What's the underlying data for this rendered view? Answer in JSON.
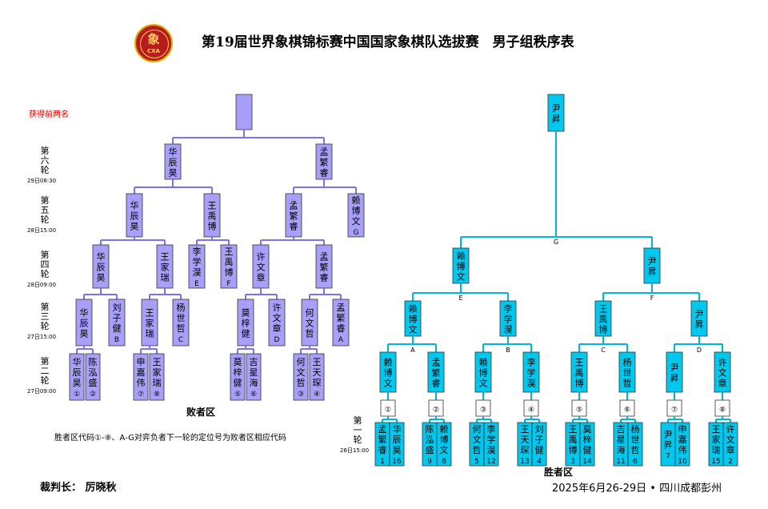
{
  "title": "第19届世界象棋锦标赛中国国家象棋队选拔赛　男子组秩序表",
  "logo": {
    "char": "象",
    "abbr": "CXA"
  },
  "note_top": "获得前两名",
  "rounds": [
    {
      "label": "第六轮",
      "date": "29日08:30"
    },
    {
      "label": "第五轮",
      "date": "28日15:00"
    },
    {
      "label": "第四轮",
      "date": "28日09:00"
    },
    {
      "label": "第三轮",
      "date": "27日15:00"
    },
    {
      "label": "第二轮",
      "date": "27日09:00"
    },
    {
      "label": "第一轮",
      "date": "26日15:00"
    }
  ],
  "loser_zone_label": "败者区",
  "winner_zone_label": "胜者区",
  "legend": "胜者区代码①-⑧、A-G对弈负者下一轮的定位号为败者区相应代码",
  "referee": "裁判长：  厉晓秋",
  "footer_date": "2025年6月26-29日 • 四川成都彭州",
  "colors": {
    "loser": "#a8a0f8",
    "winner": "#00c8ee",
    "line_loser": "#7a72f0",
    "line_winner": "#00b4e0"
  },
  "winner_bracket": {
    "champion": "尹昇",
    "r6": [
      {
        "name": "赖博文",
        "code": "G"
      },
      {
        "name": "尹昇",
        "code": ""
      }
    ],
    "r5": [
      {
        "name": "赖博文",
        "code": "E"
      },
      {
        "name": "李学淏",
        "code": ""
      },
      {
        "name": "王禹博",
        "code": "F"
      },
      {
        "name": "尹昇",
        "code": ""
      }
    ],
    "r4": [
      {
        "name": "赖博文",
        "code": "A"
      },
      {
        "name": "孟繁睿",
        "code": ""
      },
      {
        "name": "赖博文",
        "code": "B"
      },
      {
        "name": "李学淏",
        "code": ""
      },
      {
        "name": "王禹博",
        "code": "C"
      },
      {
        "name": "杨世哲",
        "code": ""
      },
      {
        "name": "尹昇",
        "code": "D"
      },
      {
        "name": "许文章",
        "code": ""
      }
    ],
    "r3": [
      {
        "name": "孟繁睿",
        "code": "①"
      },
      {
        "name": "赖博文",
        "code": "②"
      },
      {
        "name": "李学淏",
        "code": "③"
      },
      {
        "name": "刘子健",
        "code": "④"
      },
      {
        "name": "王禹博",
        "code": "⑤"
      },
      {
        "name": "杨世哲",
        "code": "⑥"
      },
      {
        "name": "尹昇",
        "code": "⑦"
      },
      {
        "name": "许文章",
        "code": "⑧"
      }
    ],
    "r1": [
      {
        "name": "孟繁睿",
        "seed": "1"
      },
      {
        "name": "华辰昊",
        "seed": "16"
      },
      {
        "name": "陈泓盛",
        "seed": "9"
      },
      {
        "name": "赖博文",
        "seed": "8"
      },
      {
        "name": "何文哲",
        "seed": "5"
      },
      {
        "name": "李学淏",
        "seed": "12"
      },
      {
        "name": "王天琛",
        "seed": "13"
      },
      {
        "name": "刘子健",
        "seed": "4"
      },
      {
        "name": "王禹博",
        "seed": "3"
      },
      {
        "name": "莫梓健",
        "seed": "14"
      },
      {
        "name": "吉星海",
        "seed": "11"
      },
      {
        "name": "杨世哲",
        "seed": "6"
      },
      {
        "name": "尹昇",
        "seed": "7"
      },
      {
        "name": "申嘉伟",
        "seed": "10"
      },
      {
        "name": "王家瑞",
        "seed": "15"
      },
      {
        "name": "许文章",
        "seed": "2"
      }
    ]
  },
  "loser_bracket": {
    "top": "",
    "r6": [
      "华辰昊",
      "孟繁睿"
    ],
    "r5": [
      {
        "name": "华辰昊",
        "code": ""
      },
      {
        "name": "王禹博",
        "code": ""
      },
      {
        "name": "孟繁睿",
        "code": ""
      },
      {
        "name": "赖博文",
        "code": "G"
      }
    ],
    "r4": [
      {
        "name": "华辰昊",
        "code": ""
      },
      {
        "name": "王家瑞",
        "code": ""
      },
      {
        "name": "李学淏",
        "code": "E"
      },
      {
        "name": "王禹博",
        "code": "F"
      },
      {
        "name": "许文章",
        "code": ""
      },
      {
        "name": "孟繁睿",
        "code": ""
      }
    ],
    "r3": [
      {
        "name": "华辰昊",
        "code": ""
      },
      {
        "name": "刘子健",
        "code": "B"
      },
      {
        "name": "王家瑞",
        "code": ""
      },
      {
        "name": "杨世哲",
        "code": "C"
      },
      {
        "name": "莫梓健",
        "code": ""
      },
      {
        "name": "许文章",
        "code": "D"
      },
      {
        "name": "何文哲",
        "code": ""
      },
      {
        "name": "孟繁睿",
        "code": "A"
      }
    ],
    "r2": [
      {
        "name": "华辰昊",
        "code": "①"
      },
      {
        "name": "陈泓盛",
        "code": "②"
      },
      {
        "name": "申嘉伟",
        "code": "⑦"
      },
      {
        "name": "王家瑞",
        "code": "⑧"
      },
      {
        "name": "莫梓健",
        "code": "⑤"
      },
      {
        "name": "吉星海",
        "code": "⑥"
      },
      {
        "name": "何文哲",
        "code": "③"
      },
      {
        "name": "王天琛",
        "code": "④"
      }
    ]
  }
}
